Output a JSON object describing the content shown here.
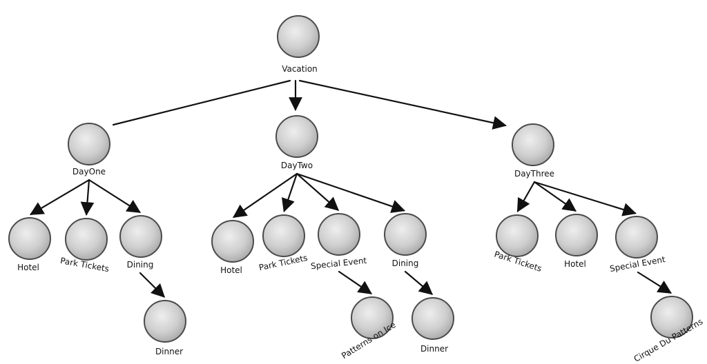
{
  "diagram": {
    "nodes": [
      {
        "id": "vacation",
        "label": "Vacation"
      },
      {
        "id": "day-one",
        "label": "DayOne"
      },
      {
        "id": "day-two",
        "label": "DayTwo"
      },
      {
        "id": "day-three",
        "label": "DayThree"
      },
      {
        "id": "d1-hotel",
        "label": "Hotel"
      },
      {
        "id": "d1-park-tickets",
        "label": "Park Tickets"
      },
      {
        "id": "d1-dining",
        "label": "Dining"
      },
      {
        "id": "d1-dinner",
        "label": "Dinner"
      },
      {
        "id": "d2-hotel",
        "label": "Hotel"
      },
      {
        "id": "d2-park-tickets",
        "label": "Park Tickets"
      },
      {
        "id": "d2-special-event",
        "label": "Special Event"
      },
      {
        "id": "d2-patterns-on-ice",
        "label": "Patterns on Ice"
      },
      {
        "id": "d2-dining",
        "label": "Dining"
      },
      {
        "id": "d2-dinner",
        "label": "Dinner"
      },
      {
        "id": "d3-park-tickets",
        "label": "Park Tickets"
      },
      {
        "id": "d3-hotel",
        "label": "Hotel"
      },
      {
        "id": "d3-special-event",
        "label": "Special Event"
      },
      {
        "id": "d3-cirque-du-patterns",
        "label": "Cirque Du Patterns"
      }
    ],
    "edges": [
      {
        "from": "vacation",
        "to": "day-one",
        "arrow": false
      },
      {
        "from": "vacation",
        "to": "day-two",
        "arrow": true
      },
      {
        "from": "vacation",
        "to": "day-three",
        "arrow": true
      },
      {
        "from": "day-one",
        "to": "d1-hotel",
        "arrow": true
      },
      {
        "from": "day-one",
        "to": "d1-park-tickets",
        "arrow": true
      },
      {
        "from": "day-one",
        "to": "d1-dining",
        "arrow": true
      },
      {
        "from": "d1-dining",
        "to": "d1-dinner",
        "arrow": true
      },
      {
        "from": "day-two",
        "to": "d2-hotel",
        "arrow": true
      },
      {
        "from": "day-two",
        "to": "d2-park-tickets",
        "arrow": true
      },
      {
        "from": "day-two",
        "to": "d2-special-event",
        "arrow": true
      },
      {
        "from": "day-two",
        "to": "d2-dining",
        "arrow": true
      },
      {
        "from": "d2-special-event",
        "to": "d2-patterns-on-ice",
        "arrow": true
      },
      {
        "from": "d2-dining",
        "to": "d2-dinner",
        "arrow": true
      },
      {
        "from": "day-three",
        "to": "d3-park-tickets",
        "arrow": true
      },
      {
        "from": "day-three",
        "to": "d3-hotel",
        "arrow": true
      },
      {
        "from": "day-three",
        "to": "d3-special-event",
        "arrow": true
      },
      {
        "from": "d3-special-event",
        "to": "d3-cirque-du-patterns",
        "arrow": true
      }
    ],
    "colors": {
      "node_fill_light": "#eeeeee",
      "node_fill_dark": "#a9a9a9",
      "node_stroke": "#4a4a4a",
      "edge": "#111111"
    }
  }
}
